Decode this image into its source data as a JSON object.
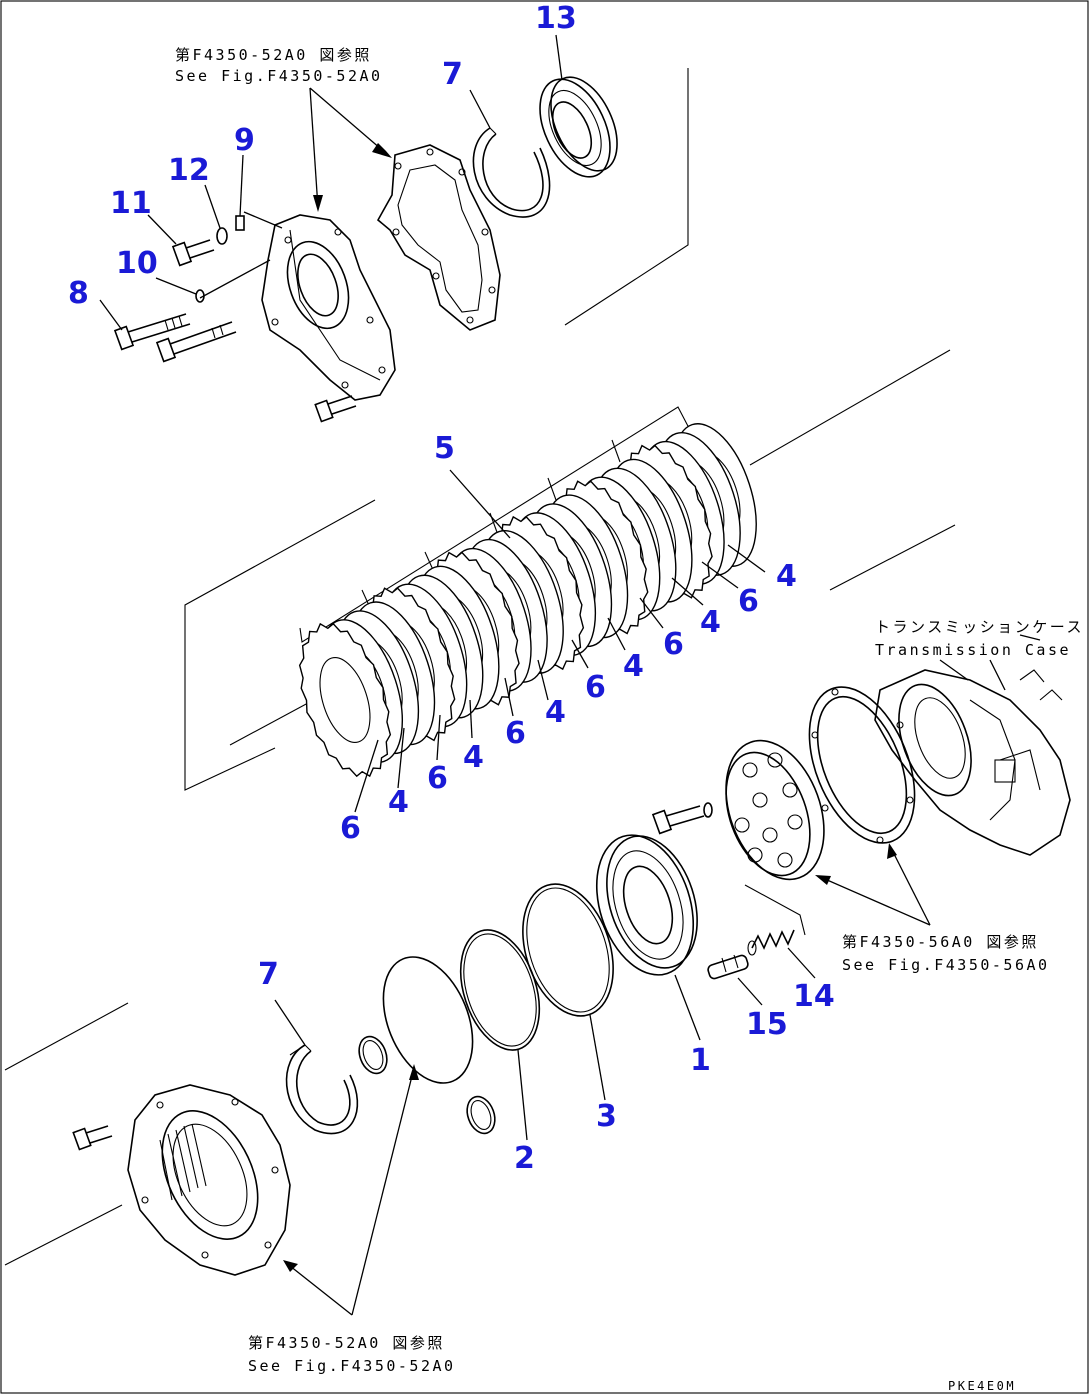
{
  "callouts": {
    "c13": "13",
    "c7top": "7",
    "c9": "9",
    "c12": "12",
    "c11": "11",
    "c10": "10",
    "c8": "8",
    "c5": "5",
    "c4a": "4",
    "c6a": "6",
    "c4b": "4",
    "c6b": "6",
    "c4c": "4",
    "c6c": "6",
    "c4d": "4",
    "c6d": "6",
    "c4e": "4",
    "c6e": "6",
    "c4f": "4",
    "c6f": "6",
    "c7bot": "7",
    "c2": "2",
    "c3": "3",
    "c1": "1",
    "c14": "14",
    "c15": "15"
  },
  "notes": {
    "top_jp": "第F4350-52A0 図参照",
    "top_en": "See Fig.F4350-52A0",
    "case_jp": "トランスミッションケース",
    "case_en": "Transmission Case",
    "right_jp": "第F4350-56A0 図参照",
    "right_en": "See Fig.F4350-56A0",
    "bottom_jp": "第F4350-52A0 図参照",
    "bottom_en": "See Fig.F4350-52A0",
    "drawing_code": "PKE4E0M"
  },
  "colors": {
    "callout": "#1a1ad6",
    "line": "#000000",
    "background": "#ffffff"
  }
}
